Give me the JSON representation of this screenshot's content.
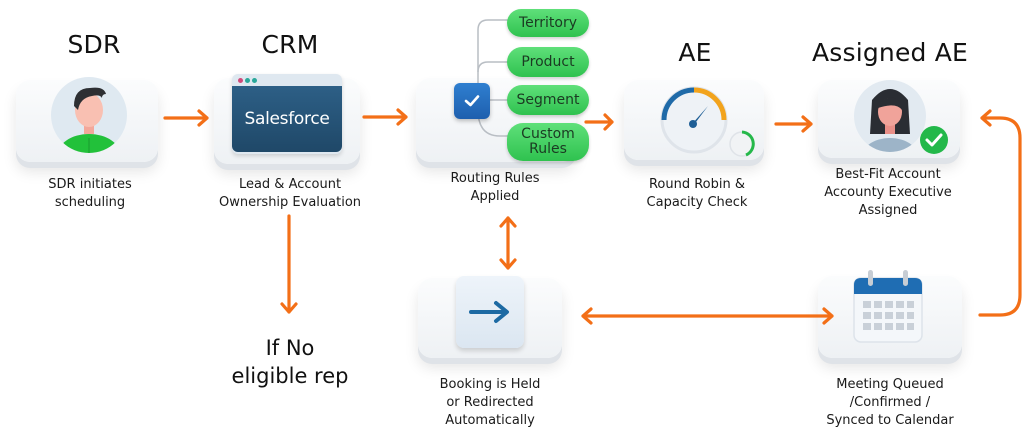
{
  "accent_color": "#f36f17",
  "steps": {
    "sdr": {
      "heading": "SDR",
      "caption": "SDR initiates\nscheduling",
      "icon": "sdr-avatar-icon"
    },
    "crm": {
      "heading": "CRM",
      "caption": "Lead & Account\nOwnership Evaluation",
      "window_label": "Salesforce",
      "icon": "salesforce-window-icon"
    },
    "routing": {
      "caption": "Routing Rules\nApplied",
      "icon": "checkbox-check-icon",
      "rules": [
        "Territory",
        "Product",
        "Segment",
        "Custom\nRules"
      ]
    },
    "ae": {
      "heading": "AE",
      "caption": "Round Robin &\nCapacity Check",
      "icon": "gauge-icon"
    },
    "assigned": {
      "heading": "Assigned AE",
      "caption": "Best-Fit Account\nAccounty Executive\nAssigned",
      "icon": "ae-avatar-check-icon"
    },
    "meeting": {
      "caption": "Meeting Queued\n/Confirmed /\nSynced to Calendar",
      "icon": "calendar-icon"
    },
    "booking": {
      "caption": "Booking is Held\nor Redirected\nAutomatically",
      "icon": "arrow-right-icon"
    },
    "fallback": {
      "label": "If No\neligible rep"
    }
  }
}
